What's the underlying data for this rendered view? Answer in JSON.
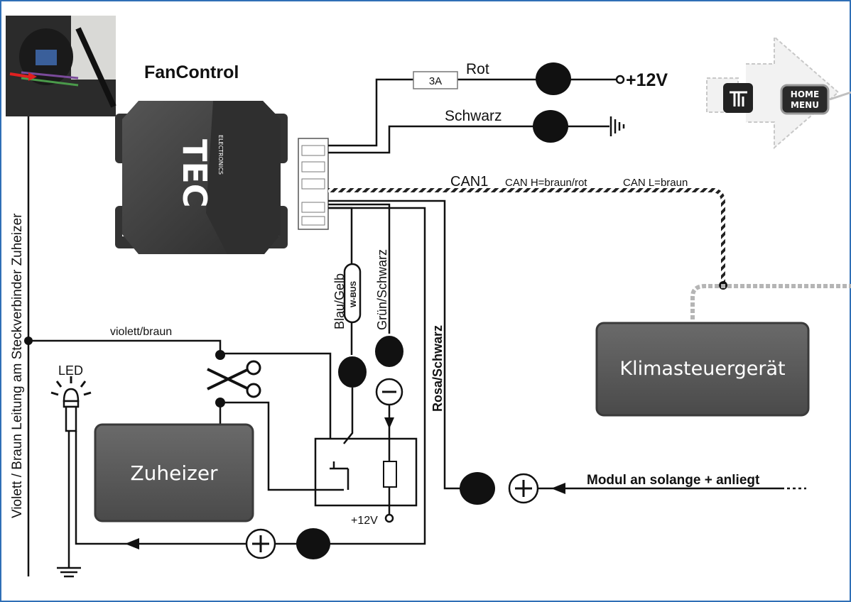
{
  "title": "FanControl",
  "device_logo": "TEC",
  "device_sublabel": "ELECTRONICS",
  "fuse_label": "3A",
  "wire_rot": "Rot",
  "power_label": "+12V",
  "wire_schwarz": "Schwarz",
  "can_bus": {
    "name": "CAN1",
    "high": "CAN H=braun/rot",
    "low": "CAN L=braun"
  },
  "wire_blau_gelb": "Blau/Gelb",
  "wbus_label": "W-BUS",
  "wire_gruen_schwarz": "Grün/Schwarz",
  "wire_rosa_schwarz": "Rosa/Schwarz",
  "wire_violett_braun": "violett/braun",
  "vertical_caption": "Violett / Braun Leitung am Steckverbinder Zuheizer",
  "led_label": "LED",
  "box_zuheizer": "Zuheizer",
  "box_klima": "Klimasteuergerät",
  "relay_supply": "+12V",
  "module_note": "Modul an solange + anliegt",
  "home_menu": {
    "line1": "HOME",
    "line2": "MENU"
  },
  "colors": {
    "frame": "#2f6fb6",
    "box_gray": "#5f5f5f",
    "device_dark": "#3c3c3c",
    "wire": "#111111"
  }
}
